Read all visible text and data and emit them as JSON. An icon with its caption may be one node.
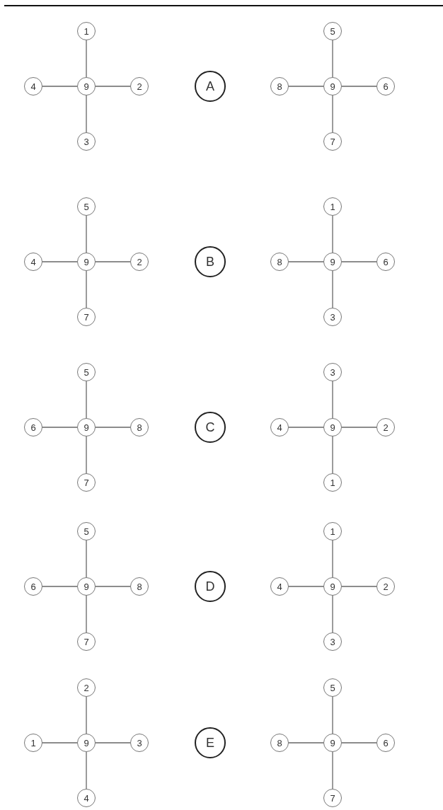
{
  "diagram": {
    "nodes": [
      {
        "text": [
          "1"
        ]
      },
      {
        "text": [
          "4"
        ]
      },
      {
        "text": [
          "9"
        ]
      },
      {
        "text": [
          "2"
        ]
      },
      {
        "text": [
          "3"
        ]
      },
      {
        "text": [
          "A"
        ]
      },
      {
        "text": [
          "5"
        ]
      },
      {
        "text": [
          "8"
        ]
      },
      {
        "text": [
          "9"
        ]
      },
      {
        "text": [
          "6"
        ]
      },
      {
        "text": [
          "7"
        ]
      },
      {
        "text": [
          "5"
        ]
      },
      {
        "text": [
          "4"
        ]
      },
      {
        "text": [
          "9"
        ]
      },
      {
        "text": [
          "2"
        ]
      },
      {
        "text": [
          "7"
        ]
      },
      {
        "text": [
          "B"
        ]
      },
      {
        "text": [
          "1"
        ]
      },
      {
        "text": [
          "8"
        ]
      },
      {
        "text": [
          "9"
        ]
      },
      {
        "text": [
          "6"
        ]
      },
      {
        "text": [
          "3"
        ]
      },
      {
        "text": [
          "5"
        ]
      },
      {
        "text": [
          "6"
        ]
      },
      {
        "text": [
          "9"
        ]
      },
      {
        "text": [
          "8"
        ]
      },
      {
        "text": [
          "7"
        ]
      },
      {
        "text": [
          "C"
        ]
      },
      {
        "text": [
          "3"
        ]
      },
      {
        "text": [
          "4"
        ]
      },
      {
        "text": [
          "9"
        ]
      },
      {
        "text": [
          "2"
        ]
      },
      {
        "text": [
          "1"
        ]
      },
      {
        "text": [
          "5"
        ]
      },
      {
        "text": [
          "6"
        ]
      },
      {
        "text": [
          "9"
        ]
      },
      {
        "text": [
          "8"
        ]
      },
      {
        "text": [
          "7"
        ]
      },
      {
        "text": [
          "D"
        ]
      },
      {
        "text": [
          "1"
        ]
      },
      {
        "text": [
          "4"
        ]
      },
      {
        "text": [
          "9"
        ]
      },
      {
        "text": [
          "2"
        ]
      },
      {
        "text": [
          "3"
        ]
      },
      {
        "text": [
          "2"
        ]
      },
      {
        "text": [
          "1"
        ]
      },
      {
        "text": [
          "9"
        ]
      },
      {
        "text": [
          "3"
        ]
      },
      {
        "text": [
          "4"
        ]
      },
      {
        "text": [
          "E"
        ]
      },
      {
        "text": [
          "5"
        ]
      },
      {
        "text": [
          "8"
        ]
      },
      {
        "text": [
          "9"
        ]
      },
      {
        "text": [
          "6"
        ]
      },
      {
        "text": [
          "7"
        ]
      }
    ],
    "edges": [
      {
        "from": 2,
        "to": 0,
        "arrow": "none"
      },
      {
        "from": 2,
        "to": 1,
        "arrow": "none"
      },
      {
        "from": 2,
        "to": 3,
        "arrow": "none"
      },
      {
        "from": 2,
        "to": 4,
        "arrow": "none"
      },
      {
        "from": 8,
        "to": 6,
        "arrow": "none"
      },
      {
        "from": 8,
        "to": 7,
        "arrow": "none"
      },
      {
        "from": 8,
        "to": 9,
        "arrow": "none"
      },
      {
        "from": 8,
        "to": 10,
        "arrow": "none"
      },
      {
        "from": 13,
        "to": 11,
        "arrow": "none"
      },
      {
        "from": 13,
        "to": 12,
        "arrow": "none"
      },
      {
        "from": 13,
        "to": 14,
        "arrow": "none"
      },
      {
        "from": 13,
        "to": 15,
        "arrow": "none"
      },
      {
        "from": 19,
        "to": 17,
        "arrow": "none"
      },
      {
        "from": 19,
        "to": 18,
        "arrow": "none"
      },
      {
        "from": 19,
        "to": 20,
        "arrow": "none"
      },
      {
        "from": 19,
        "to": 21,
        "arrow": "none"
      },
      {
        "from": 24,
        "to": 22,
        "arrow": "none"
      },
      {
        "from": 24,
        "to": 23,
        "arrow": "none"
      },
      {
        "from": 24,
        "to": 25,
        "arrow": "none"
      },
      {
        "from": 24,
        "to": 26,
        "arrow": "none"
      },
      {
        "from": 30,
        "to": 28,
        "arrow": "none"
      },
      {
        "from": 30,
        "to": 29,
        "arrow": "none"
      },
      {
        "from": 30,
        "to": 31,
        "arrow": "none"
      },
      {
        "from": 30,
        "to": 32,
        "arrow": "none"
      },
      {
        "from": 35,
        "to": 33,
        "arrow": "none"
      },
      {
        "from": 35,
        "to": 34,
        "arrow": "none"
      },
      {
        "from": 35,
        "to": 36,
        "arrow": "none"
      },
      {
        "from": 35,
        "to": 37,
        "arrow": "none"
      },
      {
        "from": 41,
        "to": 39,
        "arrow": "none"
      },
      {
        "from": 41,
        "to": 40,
        "arrow": "none"
      },
      {
        "from": 41,
        "to": 42,
        "arrow": "none"
      },
      {
        "from": 41,
        "to": 43,
        "arrow": "none"
      },
      {
        "from": 46,
        "to": 44,
        "arrow": "none"
      },
      {
        "from": 46,
        "to": 45,
        "arrow": "none"
      },
      {
        "from": 46,
        "to": 47,
        "arrow": "none"
      },
      {
        "from": 46,
        "to": 48,
        "arrow": "none"
      },
      {
        "from": 52,
        "to": 50,
        "arrow": "none"
      },
      {
        "from": 52,
        "to": 51,
        "arrow": "none"
      },
      {
        "from": 52,
        "to": 53,
        "arrow": "none"
      },
      {
        "from": 52,
        "to": 54,
        "arrow": "none"
      }
    ]
  }
}
